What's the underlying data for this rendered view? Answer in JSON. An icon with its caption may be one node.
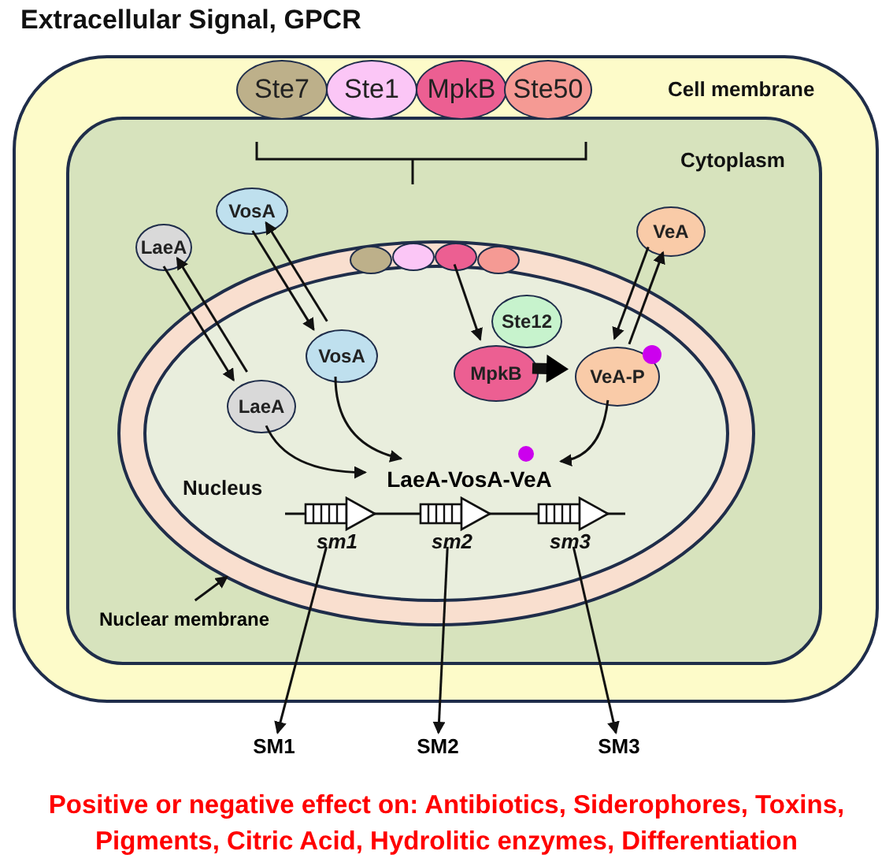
{
  "diagram": {
    "title": "Extracellular Signal, GPCR",
    "caption": "Positive or negative effect on: Antibiotics, Siderophores, Toxins, Pigments, Citric Acid, Hydrolitic enzymes, Differentiation",
    "nodes": [
      {
        "text": [
          "Cell membrane"
        ]
      },
      {
        "text": [
          "Cytoplasm"
        ],
        "in": 0
      },
      {
        "text": [
          "Ste7"
        ],
        "in": 0
      },
      {
        "text": [
          "Ste1"
        ],
        "in": 0
      },
      {
        "text": [
          "MpkB"
        ],
        "in": 0
      },
      {
        "text": [
          "Ste50"
        ],
        "in": 0
      },
      {
        "text": [
          "LaeA"
        ],
        "in": 1
      },
      {
        "text": [
          "VosA"
        ],
        "in": 1
      },
      {
        "text": [
          "VeA"
        ],
        "in": 1
      },
      {
        "text": [
          "Nucleus"
        ],
        "in": 1
      },
      {
        "text": [
          "Nuclear membrane"
        ],
        "in": 1
      },
      {
        "text": [],
        "shape": "ellipse",
        "in": 9
      },
      {
        "text": [],
        "shape": "ellipse",
        "in": 9
      },
      {
        "text": [],
        "shape": "ellipse",
        "in": 9
      },
      {
        "text": [],
        "shape": "ellipse",
        "in": 9
      },
      {
        "text": [
          "Ste12"
        ],
        "in": 9
      },
      {
        "text": [
          "MpkB"
        ],
        "in": 9
      },
      {
        "text": [
          "VeA-P"
        ],
        "in": 9
      },
      {
        "text": [
          "LaeA"
        ],
        "in": 9
      },
      {
        "text": [
          "VosA"
        ],
        "in": 9
      },
      {
        "text": [
          "LaeA-VosA-VeA"
        ],
        "in": 9
      },
      {
        "text": [
          "sm1"
        ],
        "in": 9
      },
      {
        "text": [
          "sm2"
        ],
        "in": 9
      },
      {
        "text": [
          "sm3"
        ],
        "in": 9
      },
      {
        "text": [
          "SM1"
        ]
      },
      {
        "text": [
          "SM2"
        ]
      },
      {
        "text": [
          "SM3"
        ]
      }
    ],
    "edges": [
      {
        "from": 6,
        "to": 18,
        "arrow": "to"
      },
      {
        "from": 18,
        "to": 6,
        "arrow": "to"
      },
      {
        "from": 7,
        "to": 19,
        "arrow": "to"
      },
      {
        "from": 19,
        "to": 7,
        "arrow": "to"
      },
      {
        "from": 8,
        "to": 17,
        "arrow": "to"
      },
      {
        "from": 17,
        "to": 8,
        "arrow": "to"
      },
      {
        "from": 13,
        "to": 16,
        "arrow": "to"
      },
      {
        "from": 16,
        "to": 17,
        "arrow": "to",
        "style": "thick"
      },
      {
        "from": 18,
        "to": 20,
        "arrow": "to"
      },
      {
        "from": 19,
        "to": 20,
        "arrow": "to"
      },
      {
        "from": 17,
        "to": 20,
        "arrow": "to"
      },
      {
        "from": 21,
        "to": 24,
        "arrow": "to"
      },
      {
        "from": 22,
        "to": 25,
        "arrow": "to"
      },
      {
        "from": 23,
        "to": 26,
        "arrow": "to"
      },
      {
        "from": 10,
        "to": 9,
        "arrow": "to"
      }
    ]
  }
}
